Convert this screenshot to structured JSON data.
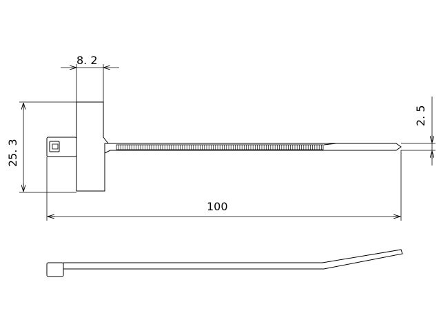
{
  "drawing": {
    "dimensions": {
      "head_width": "8. 2",
      "head_height": "25. 3",
      "total_length": "100",
      "strap_width": "2. 5"
    }
  }
}
